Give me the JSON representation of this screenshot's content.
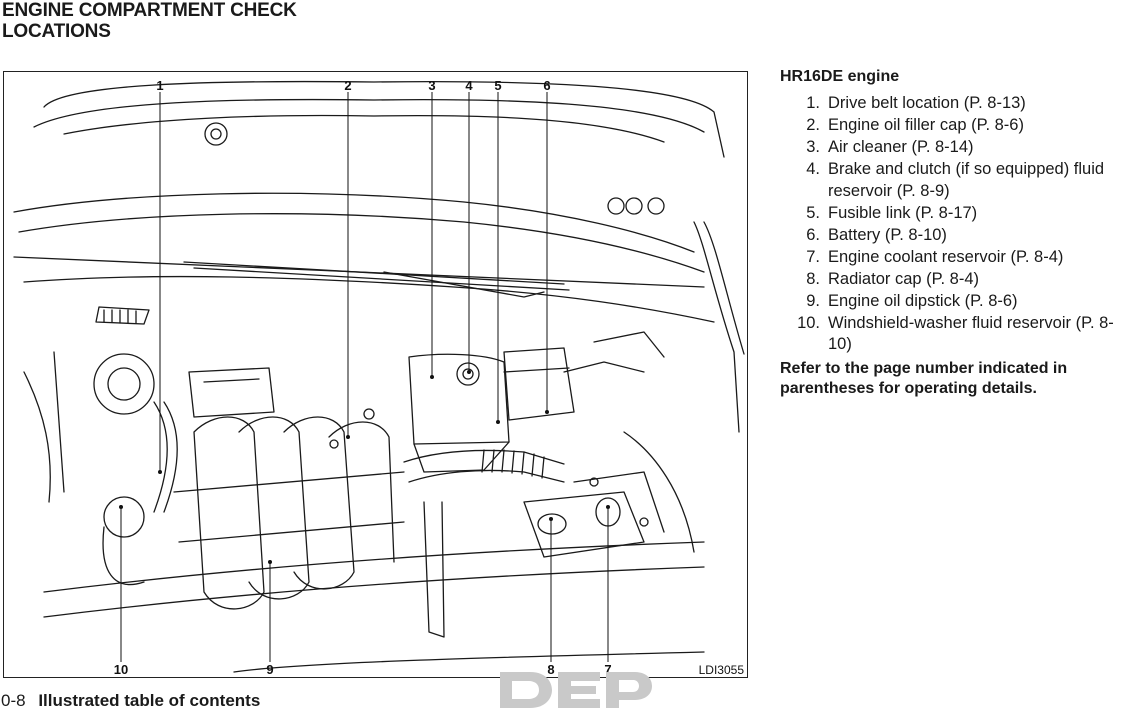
{
  "header": {
    "title_line1": "ENGINE COMPARTMENT CHECK",
    "title_line2": "LOCATIONS"
  },
  "figure": {
    "callouts_top": [
      "1",
      "2",
      "3",
      "4",
      "5",
      "6"
    ],
    "callouts_bottom": [
      "10",
      "9",
      "8",
      "7"
    ],
    "code": "LDI3055"
  },
  "content": {
    "heading": "HR16DE engine",
    "items": [
      {
        "num": "1.",
        "text": "Drive belt location (P. 8-13)"
      },
      {
        "num": "2.",
        "text": "Engine oil filler cap (P. 8-6)"
      },
      {
        "num": "3.",
        "text": "Air cleaner (P. 8-14)"
      },
      {
        "num": "4.",
        "text": "Brake and clutch (if so equipped) fluid reservoir (P. 8-9)"
      },
      {
        "num": "5.",
        "text": "Fusible link (P. 8-17)"
      },
      {
        "num": "6.",
        "text": "Battery (P. 8-10)"
      },
      {
        "num": "7.",
        "text": "Engine coolant reservoir (P. 8-4)"
      },
      {
        "num": "8.",
        "text": "Radiator cap (P. 8-4)"
      },
      {
        "num": "9.",
        "text": "Engine oil dipstick (P. 8-6)"
      },
      {
        "num": "10.",
        "text": "Windshield-washer fluid reservoir (P. 8-10)"
      }
    ],
    "note": "Refer to the page number indicated in parentheses for operating details."
  },
  "footer": {
    "page_number": "0-8",
    "section": "Illustrated table of contents"
  },
  "watermark": {
    "color": "#c9c9c9"
  }
}
